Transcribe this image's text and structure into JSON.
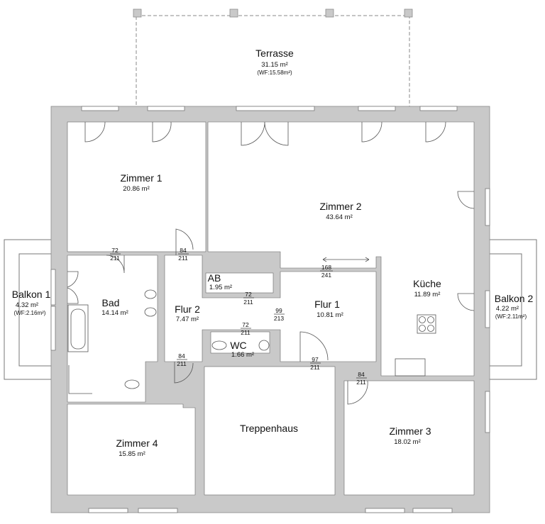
{
  "rooms": {
    "terrasse": {
      "name": "Terrasse",
      "area": "31.15 m²",
      "wf": "(WF:15.58m²)"
    },
    "zimmer1": {
      "name": "Zimmer 1",
      "area": "20.86 m²"
    },
    "zimmer2": {
      "name": "Zimmer 2",
      "area": "43.64 m²"
    },
    "balkon1": {
      "name": "Balkon 1",
      "area": "4.32 m²",
      "wf": "(WF:2.16m²)"
    },
    "bad": {
      "name": "Bad",
      "area": "14.14 m²"
    },
    "flur2": {
      "name": "Flur 2",
      "area": "7.47 m²"
    },
    "ab": {
      "name": "AB",
      "area": "1.95 m²"
    },
    "wc": {
      "name": "WC",
      "area": "1.66 m²"
    },
    "flur1": {
      "name": "Flur 1",
      "area": "10.81 m²"
    },
    "kueche": {
      "name": "Küche",
      "area": "11.89 m²"
    },
    "balkon2": {
      "name": "Balkon 2",
      "area": "4.22 m²",
      "wf": "(WF:2.11m²)"
    },
    "treppenhaus": {
      "name": "Treppenhaus"
    },
    "zimmer4": {
      "name": "Zimmer 4",
      "area": "15.85 m²"
    },
    "zimmer3": {
      "name": "Zimmer 3",
      "area": "18.02 m²"
    }
  },
  "doors": [
    {
      "w": "72",
      "h": "211"
    },
    {
      "w": "84",
      "h": "211"
    },
    {
      "w": "168",
      "h": "241"
    },
    {
      "w": "72",
      "h": "211"
    },
    {
      "w": "99",
      "h": "213"
    },
    {
      "w": "72",
      "h": "211"
    },
    {
      "w": "84",
      "h": "211"
    },
    {
      "w": "97",
      "h": "211"
    },
    {
      "w": "84",
      "h": "211"
    }
  ]
}
